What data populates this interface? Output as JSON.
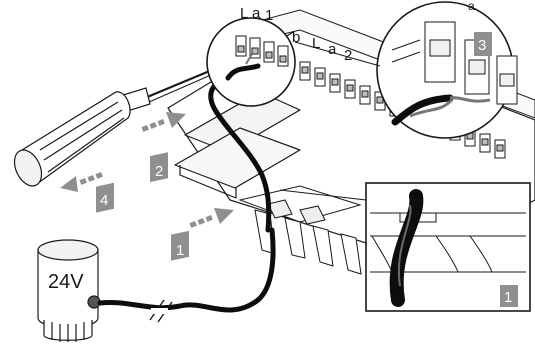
{
  "diagram": {
    "terminal_labels": {
      "l_top": "L",
      "a_top": "a",
      "one_top": "1",
      "b_mid": "b",
      "l_mid": "L",
      "a_mid": "a",
      "two_mid": "2",
      "a_partial": "a"
    },
    "actuator_voltage": "24V",
    "steps": {
      "step1": "1",
      "step2": "2",
      "step3": "3",
      "step4": "4",
      "detail_step1": "1"
    },
    "colors": {
      "step_badge": "#8f8f8f",
      "cable": "#0d0d0d",
      "outline": "#1a1a1a"
    }
  }
}
